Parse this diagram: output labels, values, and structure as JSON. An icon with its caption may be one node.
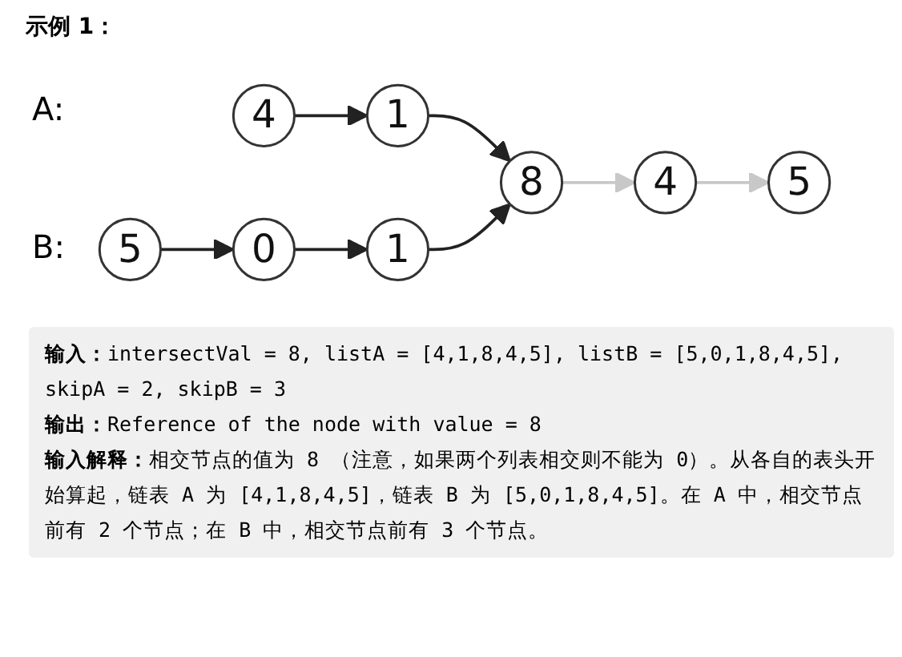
{
  "diagram": {
    "title": "示例 1：",
    "nodes": [
      {
        "text": [
          "4"
        ]
      },
      {
        "text": [
          "1"
        ]
      },
      {
        "text": [
          "8"
        ]
      },
      {
        "text": [
          "4"
        ]
      },
      {
        "text": [
          "5"
        ]
      },
      {
        "text": [
          "5"
        ]
      },
      {
        "text": [
          "0"
        ]
      },
      {
        "text": [
          "1"
        ]
      }
    ],
    "edges": [
      {
        "from": 0,
        "to": 1,
        "arrow": "to"
      },
      {
        "from": 1,
        "to": 2,
        "arrow": "to"
      },
      {
        "from": 2,
        "to": 3,
        "arrow": "to",
        "color": "#c8c8c8"
      },
      {
        "from": 3,
        "to": 4,
        "arrow": "to",
        "color": "#c8c8c8"
      },
      {
        "from": 5,
        "to": 6,
        "arrow": "to"
      },
      {
        "from": 6,
        "to": 7,
        "arrow": "to"
      },
      {
        "from": 7,
        "to": 2,
        "arrow": "to"
      }
    ],
    "labels": [
      "A:",
      "B:",
      "**输入：**intersectVal = 8, listA = [4,1,8,4,5], listB = [5,0,1,8,4,5], skipA = 2, skipB = 3",
      "**输出：**Reference of the node with value = 8",
      "**输入解释：**相交节点的值为 8 （注意，如果两个列表相交则不能为 0）。从各自的表头开始算起，链表 A 为 [4,1,8,4,5]，链表 B 为 [5,0,1,8,4,5]。在 A 中，相交节点前有 2 个节点；在 B 中，相交节点前有 3 个节点。"
    ]
  }
}
